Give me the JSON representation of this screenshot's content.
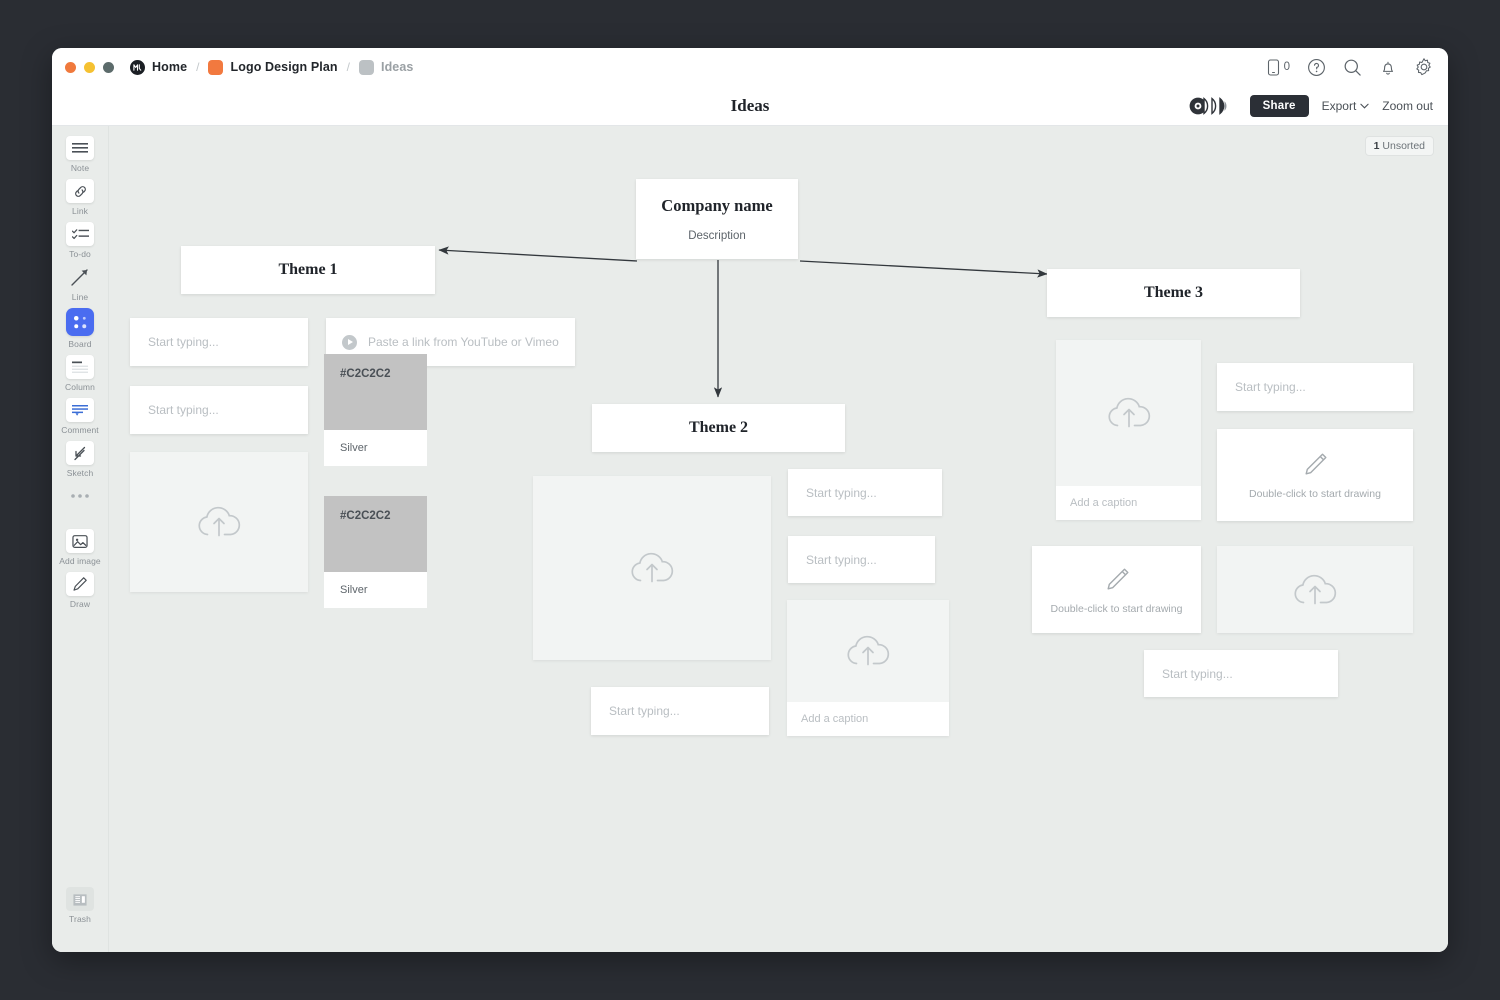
{
  "window": {
    "traffic_lights": [
      "close",
      "minimize",
      "milanote-zoom"
    ]
  },
  "breadcrumb": {
    "items": [
      {
        "label": "Home",
        "icon": "milanote-logo-icon",
        "current": false
      },
      {
        "label": "Logo Design Plan",
        "icon": "orange-board-icon",
        "current": false
      },
      {
        "label": "Ideas",
        "icon": "gray-board-icon",
        "current": true
      }
    ],
    "separator": "/"
  },
  "toolbar_top": {
    "device_count": "0",
    "icons": [
      "phone-icon",
      "help-icon",
      "search-icon",
      "notifications-icon",
      "settings-icon"
    ]
  },
  "title_row": {
    "title": "Ideas",
    "share_label": "Share",
    "export_label": "Export",
    "export_caret": "⌄",
    "zoom_out_label": "Zoom out",
    "presence_icon": "collaborators-presence-icon"
  },
  "sidebar": {
    "tools": [
      {
        "label": "Note",
        "icon": "note-icon",
        "active": false
      },
      {
        "label": "Link",
        "icon": "link-icon",
        "active": false
      },
      {
        "label": "To-do",
        "icon": "todo-icon",
        "active": false
      },
      {
        "label": "Line",
        "icon": "line-icon",
        "active": false
      },
      {
        "label": "Board",
        "icon": "board-icon",
        "active": true
      },
      {
        "label": "Column",
        "icon": "column-icon",
        "active": false
      },
      {
        "label": "Comment",
        "icon": "comment-icon",
        "active": false
      },
      {
        "label": "Sketch",
        "icon": "sketch-icon",
        "active": false
      },
      {
        "label": "",
        "icon": "more-icon",
        "active": false
      },
      {
        "label": "Add image",
        "icon": "add-image-icon",
        "active": false
      },
      {
        "label": "Draw",
        "icon": "draw-icon",
        "active": false
      }
    ],
    "trash": {
      "label": "Trash",
      "icon": "trash-icon"
    }
  },
  "canvas": {
    "unsorted_count": "1",
    "unsorted_label": "Unsorted",
    "background_color": "#e9ecea",
    "root": {
      "title": "Company name",
      "description": "Description"
    },
    "themes": [
      {
        "title": "Theme 1"
      },
      {
        "title": "Theme 2"
      },
      {
        "title": "Theme 3"
      }
    ],
    "placeholders": {
      "note": "Start typing...",
      "video_link": "Paste a link from YouTube or Vimeo",
      "caption": "Add a caption",
      "drawing": "Double-click to start drawing"
    },
    "swatches": [
      {
        "hex": "#C2C2C2",
        "name": "Silver"
      },
      {
        "hex": "#C2C2C2",
        "name": "Silver"
      }
    ],
    "theme1_cards": [
      {
        "type": "note",
        "text": "Start typing..."
      },
      {
        "type": "video-link",
        "text": "Paste a link from YouTube or Vimeo"
      },
      {
        "type": "note",
        "text": "Start typing..."
      },
      {
        "type": "swatch",
        "hex": "#C2C2C2",
        "name": "Silver"
      },
      {
        "type": "image-upload"
      },
      {
        "type": "swatch",
        "hex": "#C2C2C2",
        "name": "Silver"
      }
    ],
    "theme2_cards": [
      {
        "type": "image-upload"
      },
      {
        "type": "note",
        "text": "Start typing..."
      },
      {
        "type": "note",
        "text": "Start typing..."
      },
      {
        "type": "note",
        "text": "Start typing..."
      },
      {
        "type": "image-upload-caption",
        "caption": "Add a caption"
      }
    ],
    "theme3_cards": [
      {
        "type": "image-upload-caption",
        "caption": "Add a caption"
      },
      {
        "type": "note",
        "text": "Start typing..."
      },
      {
        "type": "drawing",
        "text": "Double-click to start drawing"
      },
      {
        "type": "drawing",
        "text": "Double-click to start drawing"
      },
      {
        "type": "image-upload"
      },
      {
        "type": "note",
        "text": "Start typing..."
      }
    ]
  }
}
